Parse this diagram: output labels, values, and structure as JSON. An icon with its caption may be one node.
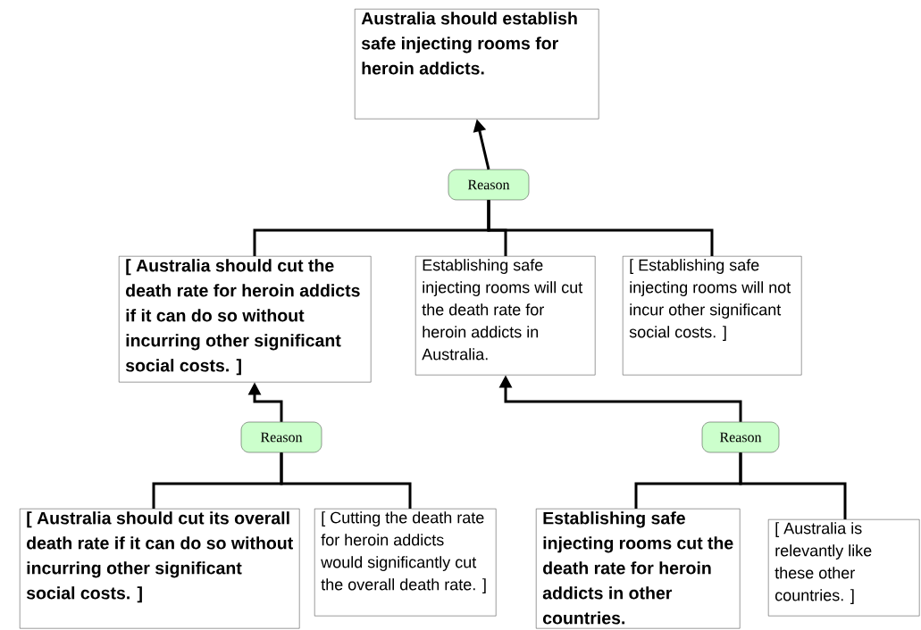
{
  "diagram": {
    "nodes": [
      {
        "text": [
          "Australia should establish safe injecting rooms for heroin addicts."
        ]
      },
      {
        "text": [
          "Reason"
        ]
      },
      {
        "text": [
          "[ Australia should cut the death rate for heroin addicts if it can do so without incurring other significant social costs. ]"
        ]
      },
      {
        "text": [
          "Establishing safe injecting rooms will cut the death rate for heroin addicts in Australia."
        ]
      },
      {
        "text": [
          "[ Establishing safe injecting rooms will not incur other significant social costs. ]"
        ]
      },
      {
        "text": [
          "Reason"
        ]
      },
      {
        "text": [
          "Reason"
        ]
      },
      {
        "text": [
          "[ Australia should cut its overall death rate if it can do so without incurring other significant social costs. ]"
        ]
      },
      {
        "text": [
          "[ Cutting the death rate for heroin addicts would significantly cut the overall death rate. ]"
        ]
      },
      {
        "text": [
          "Establishing safe injecting rooms cut the death rate for heroin addicts in other countries."
        ]
      },
      {
        "text": [
          "[ Australia is relevantly like these other countries. ]"
        ]
      }
    ],
    "edges": [
      {
        "from": 1,
        "to": 0,
        "arrow": "to"
      },
      {
        "from": 2,
        "to": 1,
        "arrow": "none"
      },
      {
        "from": 3,
        "to": 1,
        "arrow": "none"
      },
      {
        "from": 4,
        "to": 1,
        "arrow": "none"
      },
      {
        "from": 5,
        "to": 2,
        "arrow": "to"
      },
      {
        "from": 7,
        "to": 5,
        "arrow": "none"
      },
      {
        "from": 8,
        "to": 5,
        "arrow": "none"
      },
      {
        "from": 6,
        "to": 3,
        "arrow": "to"
      },
      {
        "from": 9,
        "to": 6,
        "arrow": "none"
      },
      {
        "from": 10,
        "to": 6,
        "arrow": "none"
      }
    ]
  }
}
